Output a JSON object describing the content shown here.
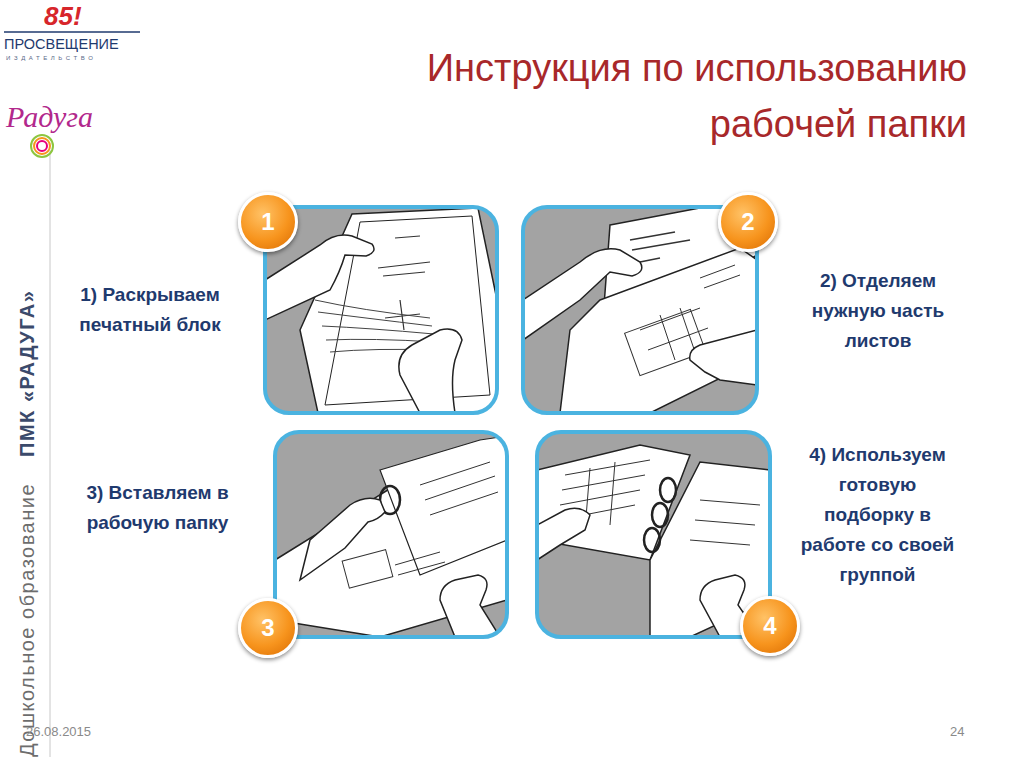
{
  "diagram": {
    "title": "Инструкция по использованию рабочей папки",
    "nodes": [
      {
        "text": [
          "1"
        ]
      },
      {
        "text": [
          "2"
        ]
      },
      {
        "text": [
          "3"
        ]
      },
      {
        "text": [
          "4"
        ]
      }
    ],
    "labels": [
      "85!",
      "ПРОСВЕЩЕНИЕ",
      "ИЗДАТЕЛЬСТВО",
      "Радуга",
      "Дошкольное образование",
      "ПМК «РАДУГА»",
      "1) Раскрываем печатный блок",
      "2) Отделяем нужную часть листов",
      "3) Вставляем в рабочую папку",
      "4) Используем готовую подборку в работе со своей группой",
      "26.08.2015",
      "24"
    ]
  }
}
